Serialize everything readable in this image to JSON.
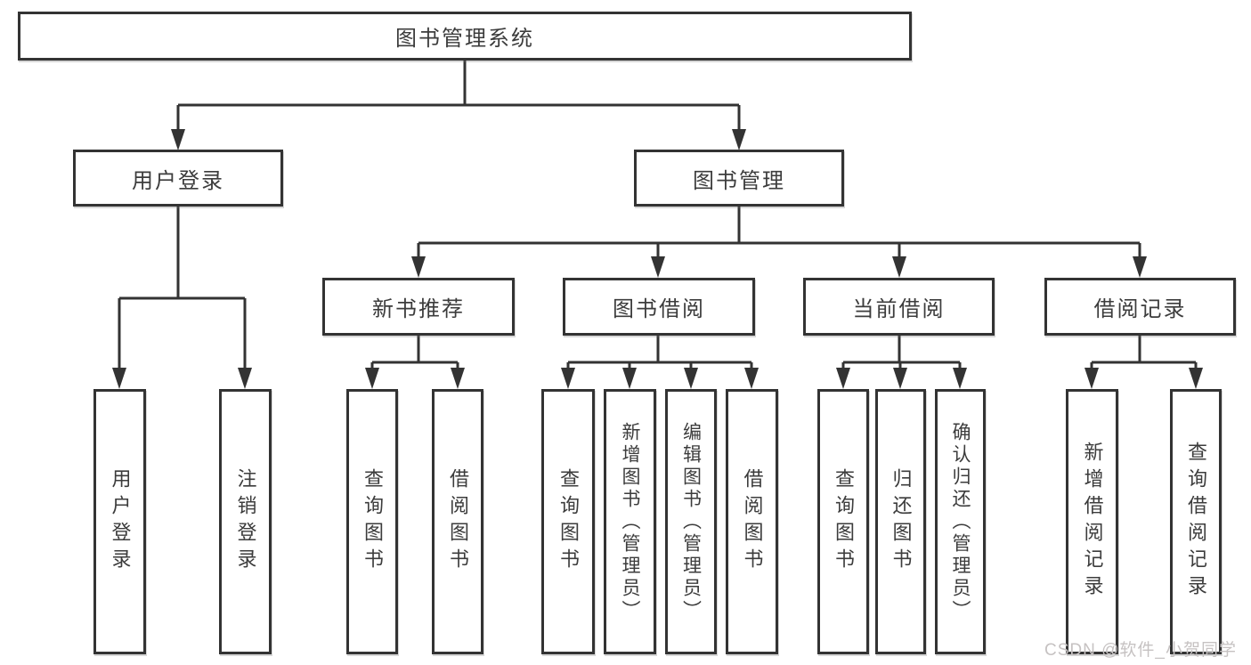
{
  "diagram_title": "图书管理系统",
  "nodes": {
    "root": {
      "label": "图书管理系统"
    },
    "level2": [
      {
        "label": "用户登录"
      },
      {
        "label": "图书管理"
      }
    ],
    "level3": [
      {
        "label": "新书推荐"
      },
      {
        "label": "图书借阅"
      },
      {
        "label": "当前借阅"
      },
      {
        "label": "借阅记录"
      }
    ],
    "leaves": [
      {
        "label": "用户登录"
      },
      {
        "label": "注销登录"
      },
      {
        "label": "查询图书"
      },
      {
        "label": "借阅图书"
      },
      {
        "label": "查询图书"
      },
      {
        "label": "新增图书（管理员）"
      },
      {
        "label": "编辑图书（管理员）"
      },
      {
        "label": "借阅图书"
      },
      {
        "label": "查询图书"
      },
      {
        "label": "归还图书"
      },
      {
        "label": "确认归还（管理员）"
      },
      {
        "label": "新增借阅记录"
      },
      {
        "label": "查询借阅记录"
      }
    ]
  },
  "watermark": {
    "text": "CSDN @软件_小贺同学",
    "color": "#c6c2c2"
  },
  "colors": {
    "line": "#333333",
    "border": "#333333",
    "text": "#3c3c3c",
    "background": "#ffffff"
  }
}
